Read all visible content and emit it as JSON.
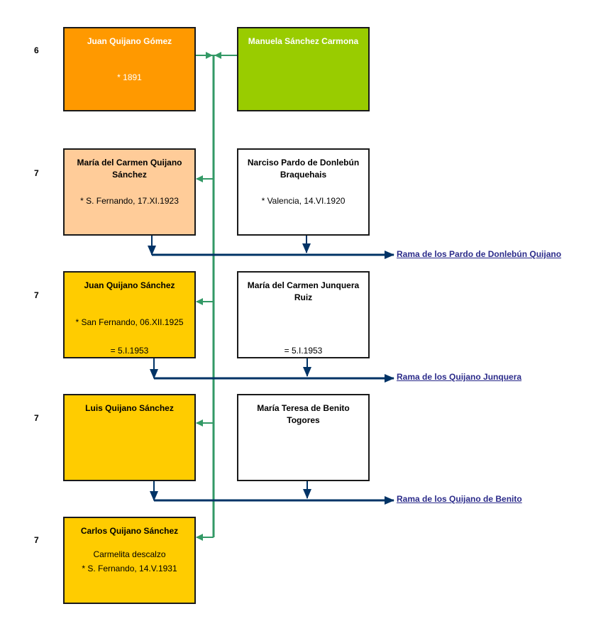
{
  "colors": {
    "father_box": "#ff9900",
    "mother_box": "#99cc00",
    "first_child_box": "#ffcc99",
    "child_box": "#ffcc00",
    "spouse_box": "#ffffff",
    "green_line": "#339966",
    "navy_line": "#003366",
    "link_text": "#2b2b8a"
  },
  "generations": [
    "6",
    "7",
    "7",
    "7",
    "7"
  ],
  "parents": {
    "father": {
      "name": "Juan Quijano Gómez",
      "info": "* 1891"
    },
    "mother": {
      "name": "Manuela Sánchez Carmona"
    }
  },
  "children": [
    {
      "name": "María del Carmen Quijano Sánchez",
      "info": "* S. Fernando, 17.XI.1923",
      "spouse": {
        "name": "Narciso Pardo de Donlebún Braquehais",
        "info": "* Valencia, 14.VI.1920"
      },
      "branch_link": "Rama de los Pardo de Donlebún Quijano"
    },
    {
      "name": "Juan Quijano Sánchez",
      "info": "* San Fernando, 06.XII.1925",
      "marriage": "= 5.I.1953",
      "spouse": {
        "name": "María del Carmen Junquera Ruiz",
        "marriage": "= 5.I.1953"
      },
      "branch_link": "Rama de los Quijano Junquera"
    },
    {
      "name": "Luis Quijano Sánchez",
      "spouse": {
        "name": "María Teresa de Benito Togores"
      },
      "branch_link": "Rama de los Quijano de Benito"
    },
    {
      "name": "Carlos Quijano Sánchez",
      "note": "Carmelita descalzo",
      "info": "* S. Fernando, 14.V.1931"
    }
  ]
}
